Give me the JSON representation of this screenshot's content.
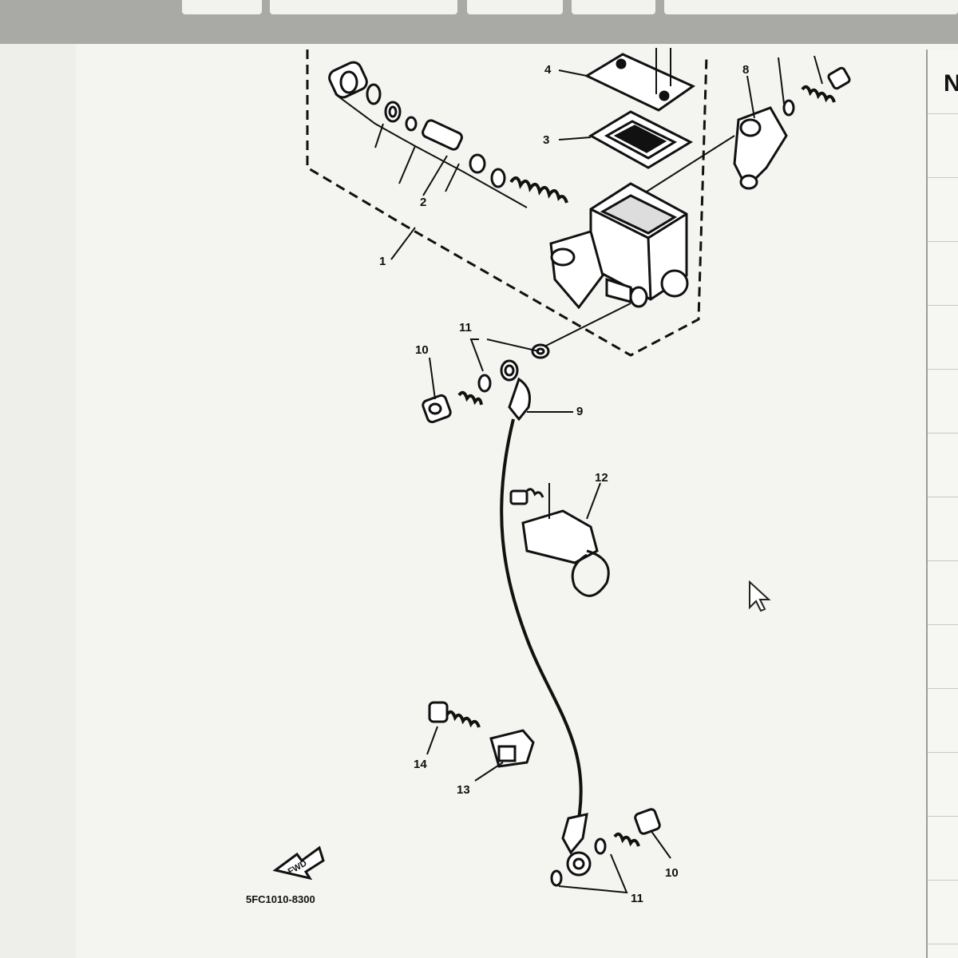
{
  "diagram": {
    "labels": {
      "l1": "1",
      "l2": "2",
      "l3": "3",
      "l4": "4",
      "l8": "8",
      "l9": "9",
      "l10a": "10",
      "l10b": "10",
      "l11a": "11",
      "l11b": "11",
      "l12": "12",
      "l13": "13",
      "l14": "14"
    },
    "fwd": "FWD",
    "catalog_code": "5FC1010-8300"
  },
  "right_column": {
    "header_letter": "N"
  }
}
